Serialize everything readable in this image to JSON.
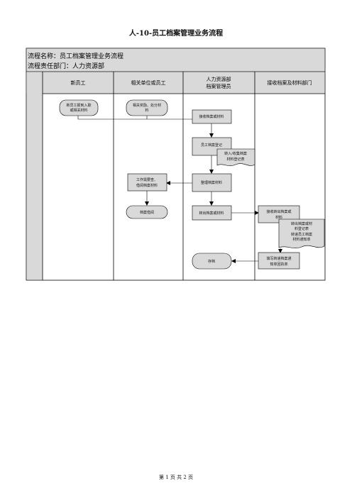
{
  "document": {
    "title": "人-10-员工档案管理业务流程",
    "footer": "第 1 页 共 2 页"
  },
  "process": {
    "name_line": "流程名称：员工档案管理业务流程",
    "owner_line": "流程责任部门：人力资源部"
  },
  "lanes": [
    {
      "label": "新员工"
    },
    {
      "label": "相关单位或员工"
    },
    {
      "label_line1": "人力资源部",
      "label_line2": "档案管理员"
    },
    {
      "label": "接收档案及材料部门"
    }
  ],
  "nodes": {
    "new_employee_submit": {
      "line1": "新员工报到入职",
      "line2": "或相关材料"
    },
    "related_award": {
      "line1": "相关奖励、处分材",
      "line2": "料"
    },
    "receive_files": {
      "text": "接收档案或材料"
    },
    "register_files": {
      "text": "员工档案登记"
    },
    "register_doc": {
      "line1": "转入/收集档案",
      "line2": "材料登记表"
    },
    "work_review": {
      "line1": "工作需要查、",
      "line2": "借阅档案材料"
    },
    "organize_files": {
      "text": "整理档案材料"
    },
    "borrow_files": {
      "text": "档案借阅"
    },
    "transfer_out": {
      "text": "转出档案或材料"
    },
    "receive_transfer": {
      "line1": "接收转出档案或",
      "line2": "材料"
    },
    "transfer_doc": {
      "line1": "转出档案或材",
      "line2": "料登记表",
      "line3": "转递员工档案",
      "line4": "材料通知单"
    },
    "fill_receipt": {
      "line1": "填写转递档案通",
      "line2": "知单回执单"
    },
    "archive": {
      "text": "存档"
    }
  },
  "colors": {
    "node_fill": "#d9d9d9",
    "line": "#000000",
    "background": "#ffffff"
  }
}
